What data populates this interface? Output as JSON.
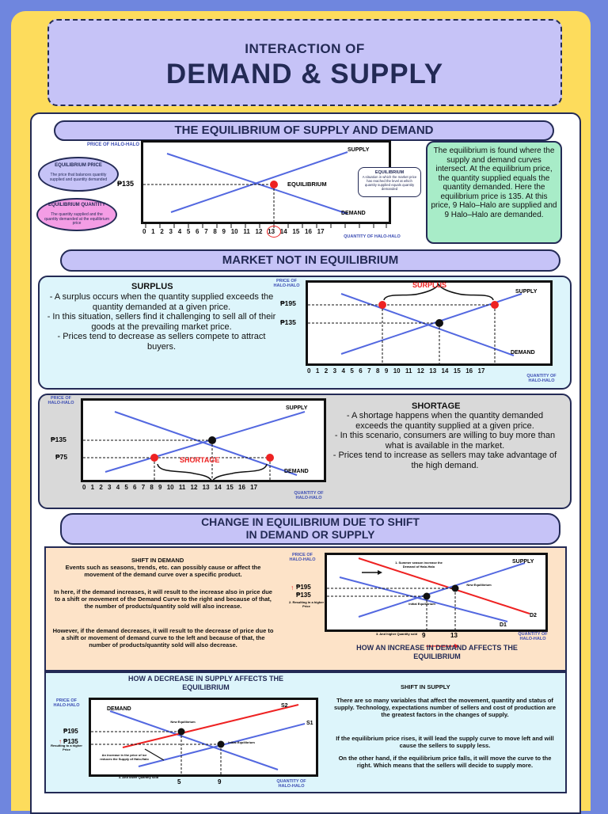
{
  "header": {
    "subtitle": "INTERACTION OF",
    "title": "DEMAND & SUPPLY"
  },
  "equilibrium": {
    "heading": "THE EQUILIBRIUM OF SUPPLY AND DEMAND",
    "y_axis": "PRICE OF HALO-HALO",
    "x_axis": "QUANTITY OF HALO-HALO",
    "supply_label": "SUPPLY",
    "demand_label": "DEMAND",
    "eq_label": "EQUILIBRIUM",
    "price_tick": "₱135",
    "ticks": "0 1 2 3 4 5 6 7 8 9 10 11 12 13 14 15 16 17",
    "eq_price_title": "EQUILIBRIUM PRICE",
    "eq_price_desc": "The price that balances quantity supplied and quantity demanded",
    "eq_qty_title": "EQUILIBRIUM QUANTITY",
    "eq_qty_desc": "The quantity supplied and the quantity demanded at the equilibrium price",
    "eq_callout_title": "EQUILIBRIUM",
    "eq_callout_desc": "A situation in which the market price has reached the level at which quantity supplied equals quantity demanded",
    "explain": "The equilibrium is found where the supply and demand curves intersect. At the equilibrium price, the quantity supplied equals the quantity demanded. Here the equilibrium price is 135. At this price, 9 Halo–Halo are supplied and 9 Halo–Halo are demanded."
  },
  "market": {
    "heading": "MARKET NOT IN EQUILIBRIUM",
    "surplus_title": "SURPLUS",
    "surplus_text": "- A surplus occurs when the quantity supplied exceeds the quantity demanded at a given price.\n- In this situation, sellers find it challenging to sell all of their goods at the prevailing market price.\n- Prices tend to decrease as sellers compete to attract buyers.",
    "surplus_chart_label": "SURPLUS",
    "shortage_title": "SHORTAGE",
    "shortage_text": "- A shortage happens when the quantity demanded exceeds the quantity supplied at a given price.\n- In this scenario, consumers are willing to buy more than what is available in the market.\n- Prices tend to increase as sellers may take advantage of the high demand.",
    "shortage_chart_label": "SHORTAGE",
    "p195": "₱195",
    "p135": "₱135",
    "p75": "₱75",
    "y_axis": "PRICE OF HALO-HALO",
    "x_axis": "QUANTITY OF HALO-HALO",
    "supply_label": "SUPPLY",
    "demand_label": "DEMAND",
    "ticks": "0 1 2 3 4 5 6 7 8 9 10 11 12 13 14 15 16 17"
  },
  "shift": {
    "heading_line1": "CHANGE IN EQUILIBRIUM DUE TO SHIFT",
    "heading_line2": "IN  DEMAND OR SUPPLY",
    "demand_title": "SHIFT IN DEMAND",
    "demand_p1": "Events such as seasons, trends, etc. can possibly cause or affect the movement of the demand curve over a specific product.",
    "demand_p2": "In here, if the demand increases, it will result to the increase also in price due to a shift or movement of the Demand Curve to the right and because of that, the number of products/quantity sold will also increase.",
    "demand_p3": "However, if the demand decreases, it will result to the decrease of price due to a shift or movement of demand curve to the left and because of that, the number of products/quantity sold will also decrease.",
    "demand_chart_caption": "HOW AN INCREASE IN DEMAND AFFECTS THE EQUILIBRIUM",
    "dchart": {
      "y_axis": "PRICE OF HALO-HALO",
      "x_axis": "QUANTITY OF HALO-HALO",
      "supply": "SUPPLY",
      "d1": "D1",
      "d2": "D2",
      "p195": "₱195",
      "p135": "₱135",
      "q1": "9",
      "q2": "13",
      "note_shift": "1. Summer season increase the Demand of Halo-Halo",
      "note_new": "New Equilibrium",
      "note_initial": "Initial Equilibrium",
      "note_price": "2. Resulting in a higher Price",
      "note_qty": "3. And higher Quantity sold"
    },
    "supply_title": "SHIFT IN SUPPLY",
    "supply_p1": "There are so many variables that affect the movement, quantity and status of supply. Technology, expectations number of sellers and cost of production are the greatest factors in the changes of supply.",
    "supply_p2": "If the equilibrium price rises, it will lead the supply curve to move left and will cause the sellers to supply less.",
    "supply_p3": "On the other hand, if the equilibrium price falls, it will move the curve to the right. Which means that the sellers will decide to supply more.",
    "supply_chart_caption": "HOW A DECREASE IN SUPPLY AFFECTS THE EQUILIBRIUM",
    "schart": {
      "y_axis": "PRICE OF HALO-HALO",
      "x_axis": "QUANTITY OF HALO-HALO",
      "demand": "DEMAND",
      "s1": "S1",
      "s2": "S2",
      "p195": "₱195",
      "p135": "₱135",
      "q1": "5",
      "q2": "9",
      "note_new": "New Equilibrium",
      "note_initial": "Initial Equilibrium",
      "note_price": "Resulting to a higher Price",
      "note_cost": "An increase in the price of ice reduces the Supply of Halo-Halo",
      "note_qty": "3. And lower Quantity sold"
    }
  }
}
